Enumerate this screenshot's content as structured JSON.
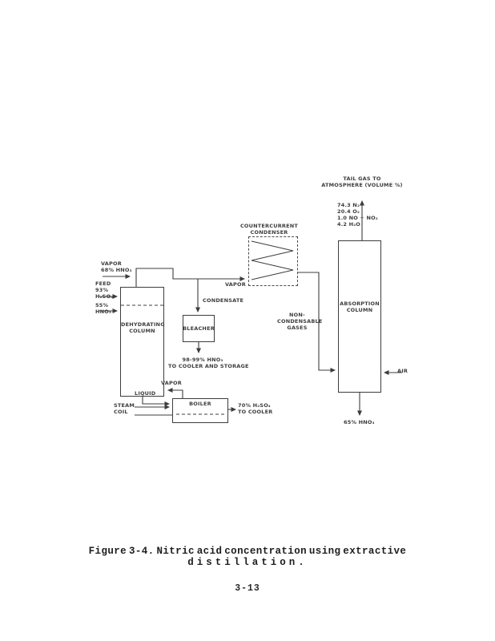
{
  "figure": {
    "caption_line1": "Figure 3-4.  Nitric acid concentration using extractive",
    "caption_line2": "distillation.",
    "page_number": "3-13"
  },
  "diagram": {
    "equipment": {
      "dehydrating_column": {
        "line1": "DEHYDRATING",
        "line2": "COLUMN"
      },
      "bleacher": {
        "label": "BLEACHER"
      },
      "countercurrent_condenser": {
        "line1": "COUNTERCURRENT",
        "line2": "CONDENSER"
      },
      "absorption_column": {
        "line1": "ABSORPTION",
        "line2": "COLUMN"
      },
      "boiler": {
        "label": "BOILER"
      }
    },
    "streams": {
      "vapor_feed": {
        "line1": "VAPOR",
        "line2": "68% HNO₃"
      },
      "acid_feed": {
        "line1": "FEED",
        "line2": "93%",
        "line3": "H₂SO₄"
      },
      "weak_acid_feed": {
        "line1": "55%",
        "line2": "HNO₃"
      },
      "condensate": {
        "label": "CONDENSATE"
      },
      "vapor_to_condenser": {
        "label": "VAPOR"
      },
      "product_acid": {
        "line1": "98-99% HNO₃",
        "line2": "TO COOLER AND STORAGE"
      },
      "vapor_return": {
        "label": "VAPOR"
      },
      "liquid": {
        "label": "LIQUID"
      },
      "steam_coil": {
        "line1": "STEAM",
        "line2": "COIL"
      },
      "sulfuric_out": {
        "line1": "70% H₂SO₄",
        "line2": "TO COOLER"
      },
      "noncondensable": {
        "line1": "NON-",
        "line2": "CONDENSABLE",
        "line3": "GASES"
      },
      "tail_gas": {
        "line1": "TAIL GAS TO",
        "line2": "ATMOSPHERE (VOLUME %)"
      },
      "tail_gas_composition": [
        "74.3 N₂",
        "20.4 O₂",
        "1.0 NO + NO₂",
        "4.2 H₂O"
      ],
      "air": {
        "label": "AIR"
      },
      "bottoms": {
        "label": "65% HNO₃"
      }
    }
  }
}
